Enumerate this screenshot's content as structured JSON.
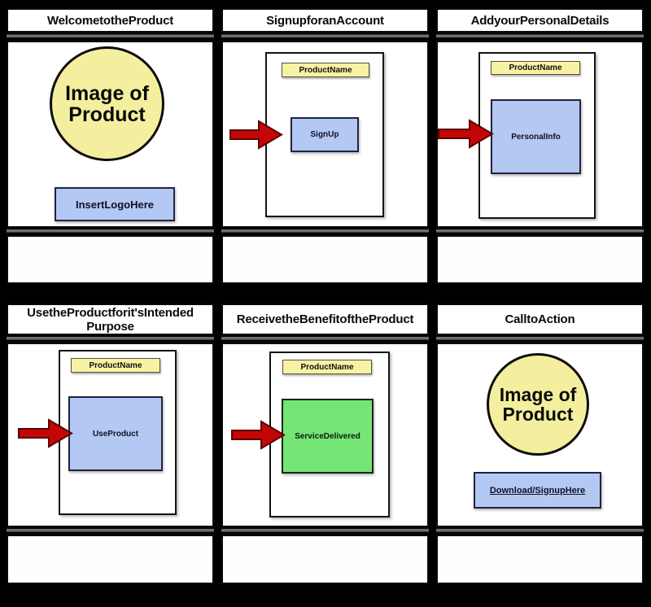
{
  "storyboard": {
    "rows": 2,
    "cols": 3,
    "background": "#000000",
    "icons": {
      "arrow": "red-block-arrow-right"
    },
    "colors": {
      "cell_background": "#ffffff",
      "arrow_red": "#c40606",
      "circle_yellow": "#f4ef9e",
      "banner_yellow": "#f8f2a4",
      "box_blue": "#b3c8f2",
      "box_green": "#75e575",
      "separator_gray": "#6f6f6f"
    },
    "panels": [
      {
        "title": "WelcometotheProduct",
        "description": "",
        "circle_label": "Image of Product",
        "logo_label": "InsertLogoHere"
      },
      {
        "title": "SignupforanAccount",
        "description": "",
        "banner_label": "ProductName",
        "box_label": "SignUp"
      },
      {
        "title": "AddyourPersonalDetails",
        "description": "",
        "banner_label": "ProductName",
        "box_label": "PersonalInfo"
      },
      {
        "title": "UsetheProductforit'sIntended Purpose",
        "description": "",
        "banner_label": "ProductName",
        "box_label": "UseProduct"
      },
      {
        "title": "ReceivetheBenefitoftheProduct",
        "description": "",
        "banner_label": "ProductName",
        "box_label": "ServiceDelivered"
      },
      {
        "title": "CalltoAction",
        "description": "",
        "circle_label": "Image of Product",
        "button_label": "Download/SignupHere"
      }
    ]
  }
}
